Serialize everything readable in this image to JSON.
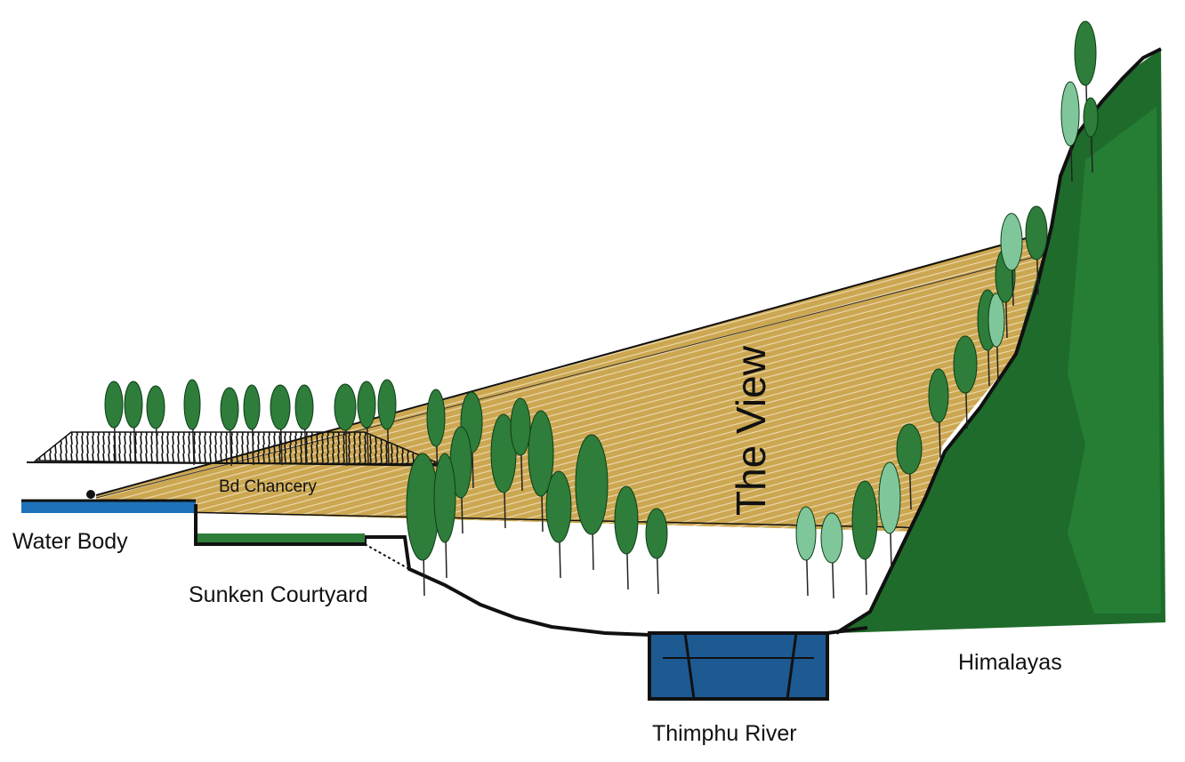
{
  "labels": {
    "water_body": "Water Body",
    "sunken_courtyard": "Sunken Courtyard",
    "chancery": "Bd Chancery",
    "view": "The View",
    "river": "Thimphu River",
    "mountains": "Himalayas"
  },
  "colors": {
    "view_fill": "#c9a248",
    "tree_green": "#2e7d3a",
    "tree_light": "#7fc79a",
    "mountain_green": "#1f6b2b",
    "water_blue": "#1e73b8",
    "river_blue": "#1d5a92",
    "ink": "#111111"
  }
}
